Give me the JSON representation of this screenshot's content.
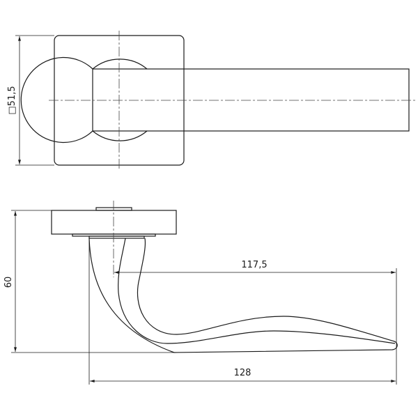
{
  "dimensions": {
    "rosette_square": "□51,5",
    "height": "60",
    "lever_length_from_axis": "117,5",
    "total_length": "128"
  },
  "colors": {
    "line": "#1a1a1a",
    "background": "#ffffff"
  }
}
